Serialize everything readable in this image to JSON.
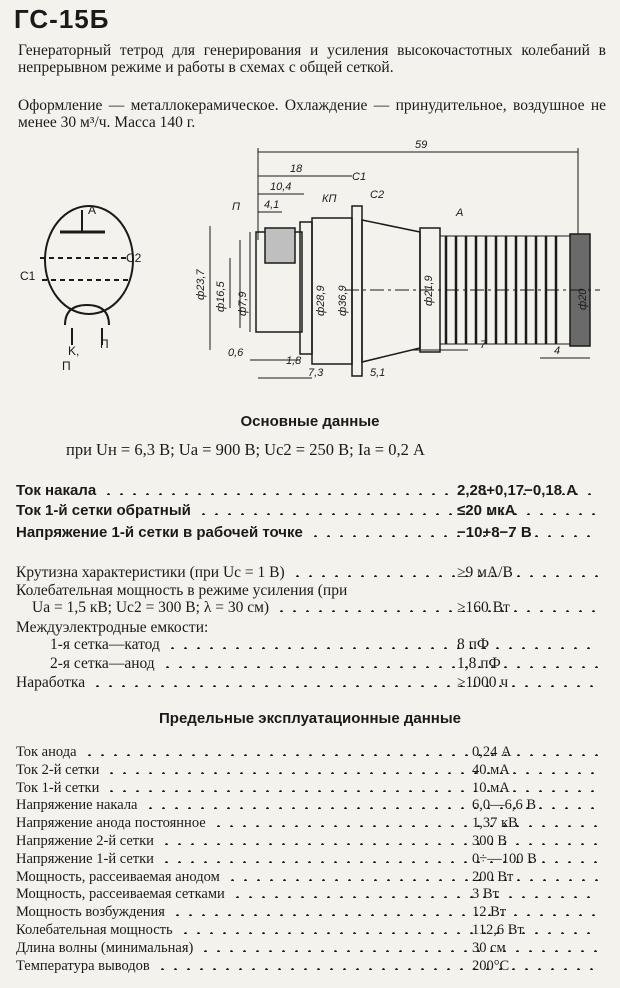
{
  "title": "ГС-15Б",
  "description": [
    "Генераторный тетрод для генерирования и усиления высокочастотных колебаний в непрерывном режиме и работы в схемах с общей сеткой.",
    "Оформление — металлокерамическое. Охлаждение — принудительное, воздушное не менее 30 м³/ч. Масса 140 г."
  ],
  "schematic": {
    "labels": [
      "A",
      "C1",
      "C2",
      "K,",
      "П",
      "П"
    ]
  },
  "drawing": {
    "dimensions": [
      "59",
      "18",
      "10,4",
      "4,1",
      "КП",
      "П",
      "C1",
      "C2",
      "A",
      "ф23,7",
      "ф16,5",
      "ф7,9",
      "ф28,9",
      "ф36,9",
      "ф21,9",
      "ф20",
      "0,6",
      "1,8",
      "7,3",
      "5,1",
      "7",
      "4"
    ]
  },
  "section1": {
    "heading": "Основные данные",
    "conditions": "при Uн = 6,3 В; Uа = 900 В; Uс2 = 250 В; Iа = 0,2 А",
    "rows": [
      {
        "label": "Ток накала",
        "value": "2,28+0,17−0,18 А"
      },
      {
        "label": "Ток 1-й сетки обратный",
        "value": "≤20 мкА"
      },
      {
        "label": "Напряжение 1-й сетки в рабочей точке",
        "value": "−10+8−7 В"
      },
      {
        "label": "Крутизна характеристики (при Uс = 1 В)",
        "value": "≥9 мА/В"
      },
      {
        "label": "Колебательная мощность в режиме усиления (при",
        "label2": "Uа = 1,5 кВ; Uс2 = 300 В; λ = 30 см)",
        "value": "≥160 Вт"
      },
      {
        "label": "Междуэлектродные емкости:"
      },
      {
        "label": "1-я сетка—катод",
        "value": "8 пФ"
      },
      {
        "label": "2-я сетка—анод",
        "value": "1,8 пФ"
      },
      {
        "label": "Наработка",
        "value": "≥1000 ч"
      }
    ]
  },
  "section2": {
    "heading": "Предельные эксплуатационные данные",
    "rows": [
      {
        "label": "Ток анода",
        "value": "0,24 А"
      },
      {
        "label": "Ток 2-й сетки",
        "value": "40 мА"
      },
      {
        "label": "Ток 1-й сетки",
        "value": "10 мА"
      },
      {
        "label": "Напряжение накала",
        "value": "6,0—6,6 В"
      },
      {
        "label": "Напряжение анода постоянное",
        "value": "1,37 кВ"
      },
      {
        "label": "Напряжение 2-й сетки",
        "value": "300 В"
      },
      {
        "label": "Напряжение 1-й сетки",
        "value": "0÷—100 В"
      },
      {
        "label": "Мощность, рассеиваемая анодом",
        "value": "200 Вт"
      },
      {
        "label": "Мощность, рассеиваемая сетками",
        "value": "3 Вт"
      },
      {
        "label": "Мощность возбуждения",
        "value": "12 Вт"
      },
      {
        "label": "Колебательная мощность",
        "value": "112,6 Вт"
      },
      {
        "label": "Длина волны (минимальная)",
        "value": "30 см"
      },
      {
        "label": "Температура выводов",
        "value": "200°С"
      }
    ]
  }
}
